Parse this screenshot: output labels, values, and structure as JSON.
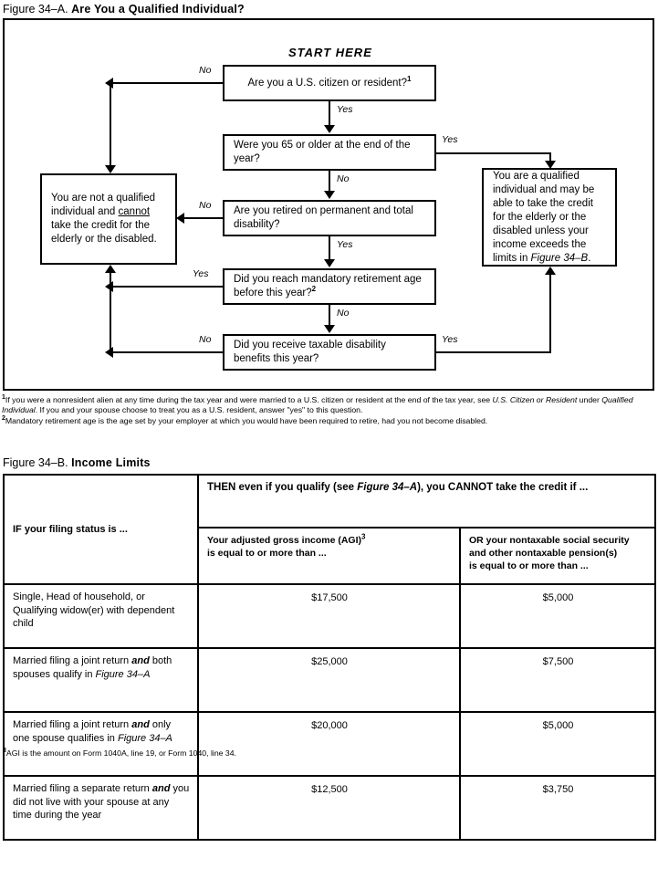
{
  "figure_a": {
    "caption_label": "Figure 34–A.",
    "caption_title": "Are You a Qualified Individual?",
    "start_here": "START HERE",
    "boxes": {
      "q1": "Are you a U.S. citizen or resident?",
      "q1_footnote_mark": "1",
      "q2": "Were you 65 or older at the end of the year?",
      "q3": "Are you retired on permanent and total disability?",
      "q4": "Did you reach mandatory retirement age before this year?",
      "q4_footnote_mark": "2",
      "q5": "Did you receive taxable disability benefits this year?",
      "not_qualified_a": "You are not a qualified individual and ",
      "not_qualified_underlined": "cannot",
      "not_qualified_b": " take the credit for the elderly or the disabled.",
      "qualified_a": "You are a qualified individual and may be able to take the credit for the elderly or the disabled unless your income exceeds the limits in ",
      "qualified_figure_ref": "Figure 34–B",
      "qualified_b": "."
    },
    "edges": {
      "q1_no": "No",
      "q1_yes": "Yes",
      "q2_yes": "Yes",
      "q2_no": "No",
      "q3_no": "No",
      "q3_yes": "Yes",
      "q4_yes": "Yes",
      "q4_no": "No",
      "q5_no": "No",
      "q5_yes": "Yes"
    },
    "footnotes": {
      "mark1": "1",
      "note1_part1": "If you were a nonresident alien at any time during the tax year and were married to a U.S. citizen or resident at the end of the tax year, see ",
      "note1_italic1": "U.S. Citizen or Resident",
      "note1_part2": " under ",
      "note1_italic2": "Qualified Individual",
      "note1_part3": ". If you and your spouse choose to treat you as a U.S. resident, answer \"yes\" to this question.",
      "mark2": "2",
      "note2": "Mandatory retirement age is the age set by your employer at which you would have been required to retire, had you not become disabled."
    }
  },
  "figure_b": {
    "caption_label": "Figure 34–B.",
    "caption_title": "Income Limits",
    "header": {
      "col1": "IF your filing status is ...",
      "span_part1": "THEN even if you qualify (see ",
      "span_italic": "Figure 34–A",
      "span_part2": "), you CANNOT take the credit if ...",
      "col2_line1": "Your adjusted gross income (AGI)",
      "col2_mark": "3",
      "col2_line2": "is equal to or more than ...",
      "col3_line1": "OR your nontaxable social security",
      "col3_line2": "and other nontaxable pension(s)",
      "col3_line3": "is equal to or more than ..."
    },
    "rows": [
      {
        "status_plain": "Single, Head of household, or Qualifying widow(er) with dependent child",
        "agi": "$17,500",
        "nontaxable": "$5,000"
      },
      {
        "status_pre": "Married filing a joint return ",
        "status_bold_italic": "and",
        "status_mid": " both spouses qualify in ",
        "status_italic_ref": "Figure 34–A",
        "status_post": "",
        "agi": "$25,000",
        "nontaxable": "$7,500"
      },
      {
        "status_pre": "Married filing a joint return ",
        "status_bold_italic": "and",
        "status_mid": " only one spouse qualifies in ",
        "status_italic_ref": "Figure 34–A",
        "status_post": "",
        "agi": "$20,000",
        "nontaxable": "$5,000"
      },
      {
        "status_pre": "Married filing a separate return ",
        "status_bold_italic": "and",
        "status_mid": " you did not live with your spouse at any time during the year",
        "status_italic_ref": "",
        "status_post": "",
        "agi": "$12,500",
        "nontaxable": "$3,750"
      }
    ],
    "footnote": {
      "mark": "3",
      "text": "AGI is the amount on Form 1040A, line 19, or Form 1040, line 34."
    }
  }
}
